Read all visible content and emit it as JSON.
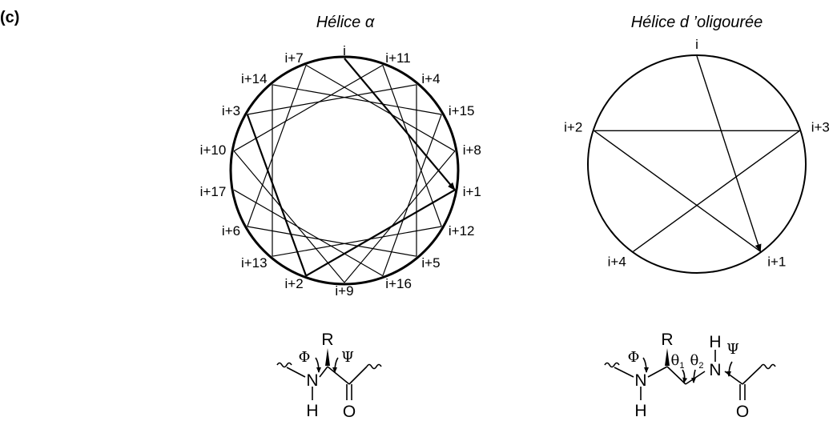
{
  "panel_label": "(c)",
  "alpha_helix": {
    "title": "Hélice α",
    "residue_order": [
      "i",
      "i+1",
      "i+2",
      "i+3",
      "i+4",
      "i+5",
      "i+6",
      "i+7",
      "i+8",
      "i+9",
      "i+10",
      "i+11",
      "i+12",
      "i+13",
      "i+14",
      "i+15",
      "i+16",
      "i+17"
    ],
    "degrees_per_residue": 100
  },
  "oligourea_helix": {
    "title": "Hélice d ’oligourée",
    "residue_order": [
      "i",
      "i+1",
      "i+2",
      "i+3",
      "i+4"
    ],
    "degrees_per_residue": 144
  },
  "alpha_structure": {
    "R": "R",
    "phi": "Φ",
    "psi": "Ψ",
    "N": "N",
    "H": "H",
    "O": "O"
  },
  "oligourea_structure": {
    "R": "R",
    "phi": "Φ",
    "theta": "θ",
    "theta1_sub": "1",
    "theta2_sub": "2",
    "psi": "Ψ",
    "N": "N",
    "H": "H",
    "N2": "N",
    "H2": "H",
    "O": "O"
  }
}
